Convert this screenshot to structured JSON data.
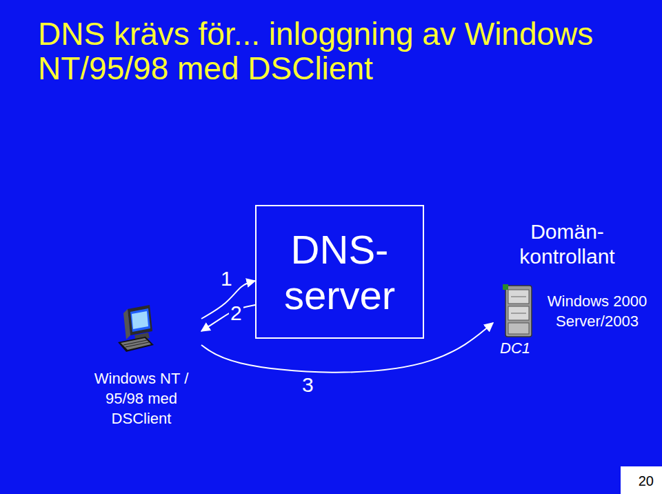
{
  "diagram": {
    "title": "DNS krävs för... inloggning av Windows NT/95/98 med DSClient",
    "nodes": [
      {
        "text": [
          "Windows NT / 95/98 med DSClient"
        ]
      },
      {
        "text": [
          "DNS- server"
        ]
      },
      {
        "text": [
          "Domän- kontrollant",
          "Windows 2000 Server/2003",
          "DC1"
        ]
      }
    ],
    "edges": [
      {
        "from": 0,
        "to": 1,
        "arrow": "to",
        "label": "1"
      },
      {
        "from": 1,
        "to": 0,
        "arrow": "to",
        "label": "2"
      },
      {
        "from": 0,
        "to": 2,
        "arrow": "to",
        "label": "3"
      }
    ],
    "labels": [
      "20"
    ]
  }
}
